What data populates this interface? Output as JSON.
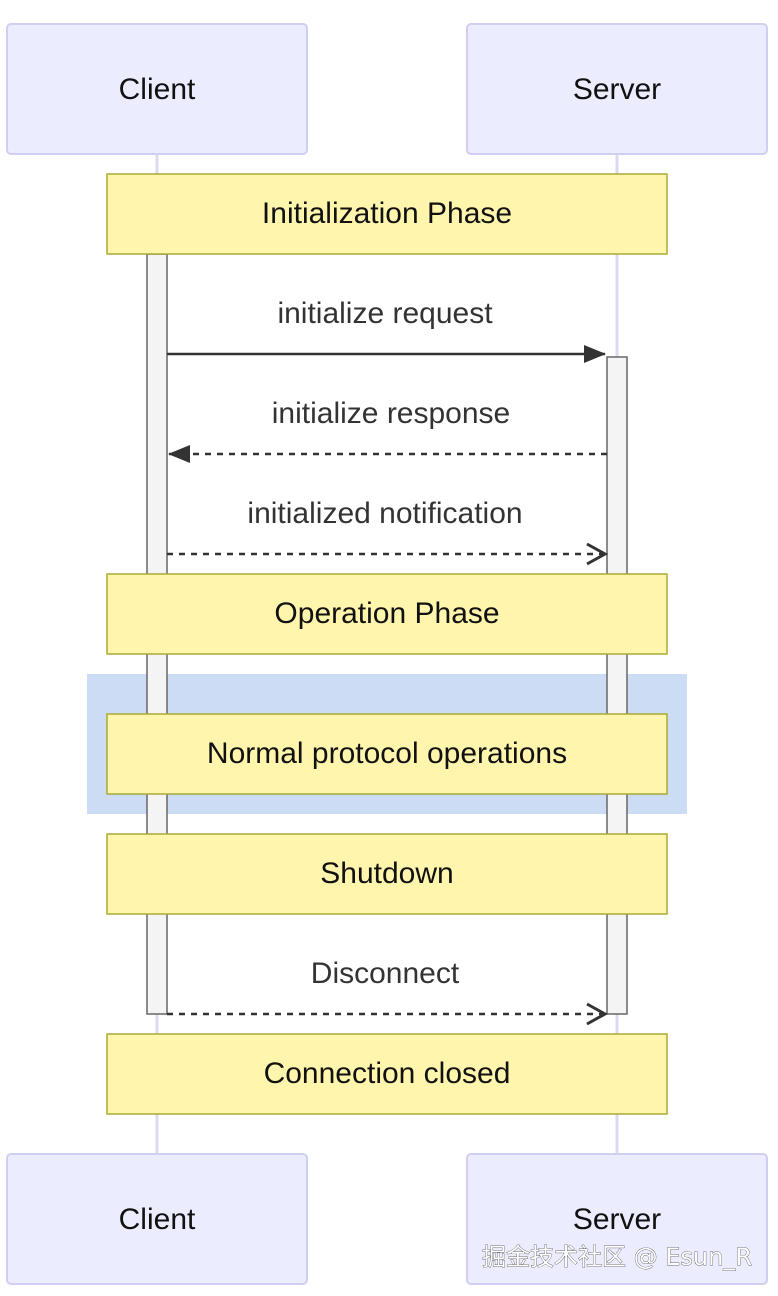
{
  "participants": {
    "client": "Client",
    "server": "Server"
  },
  "notes": {
    "initialization": "Initialization Phase",
    "operation": "Operation Phase",
    "normal": "Normal protocol operations",
    "shutdown": "Shutdown",
    "closed": "Connection closed"
  },
  "messages": {
    "init_request": "initialize request",
    "init_response": "initialize response",
    "initialized_notification": "initialized notification",
    "disconnect": "Disconnect"
  },
  "watermark": "掘金技术社区 @ Esun_R",
  "colors": {
    "actor_fill": "#ECECFF",
    "actor_stroke": "#D0CFF2",
    "note_fill": "#FFF5AD",
    "note_stroke": "#AAAA33",
    "loop_fill": "#CDDCF5",
    "activation_fill": "#F4F4F4",
    "lifeline": "#DCDAF0",
    "arrow": "#333333"
  }
}
